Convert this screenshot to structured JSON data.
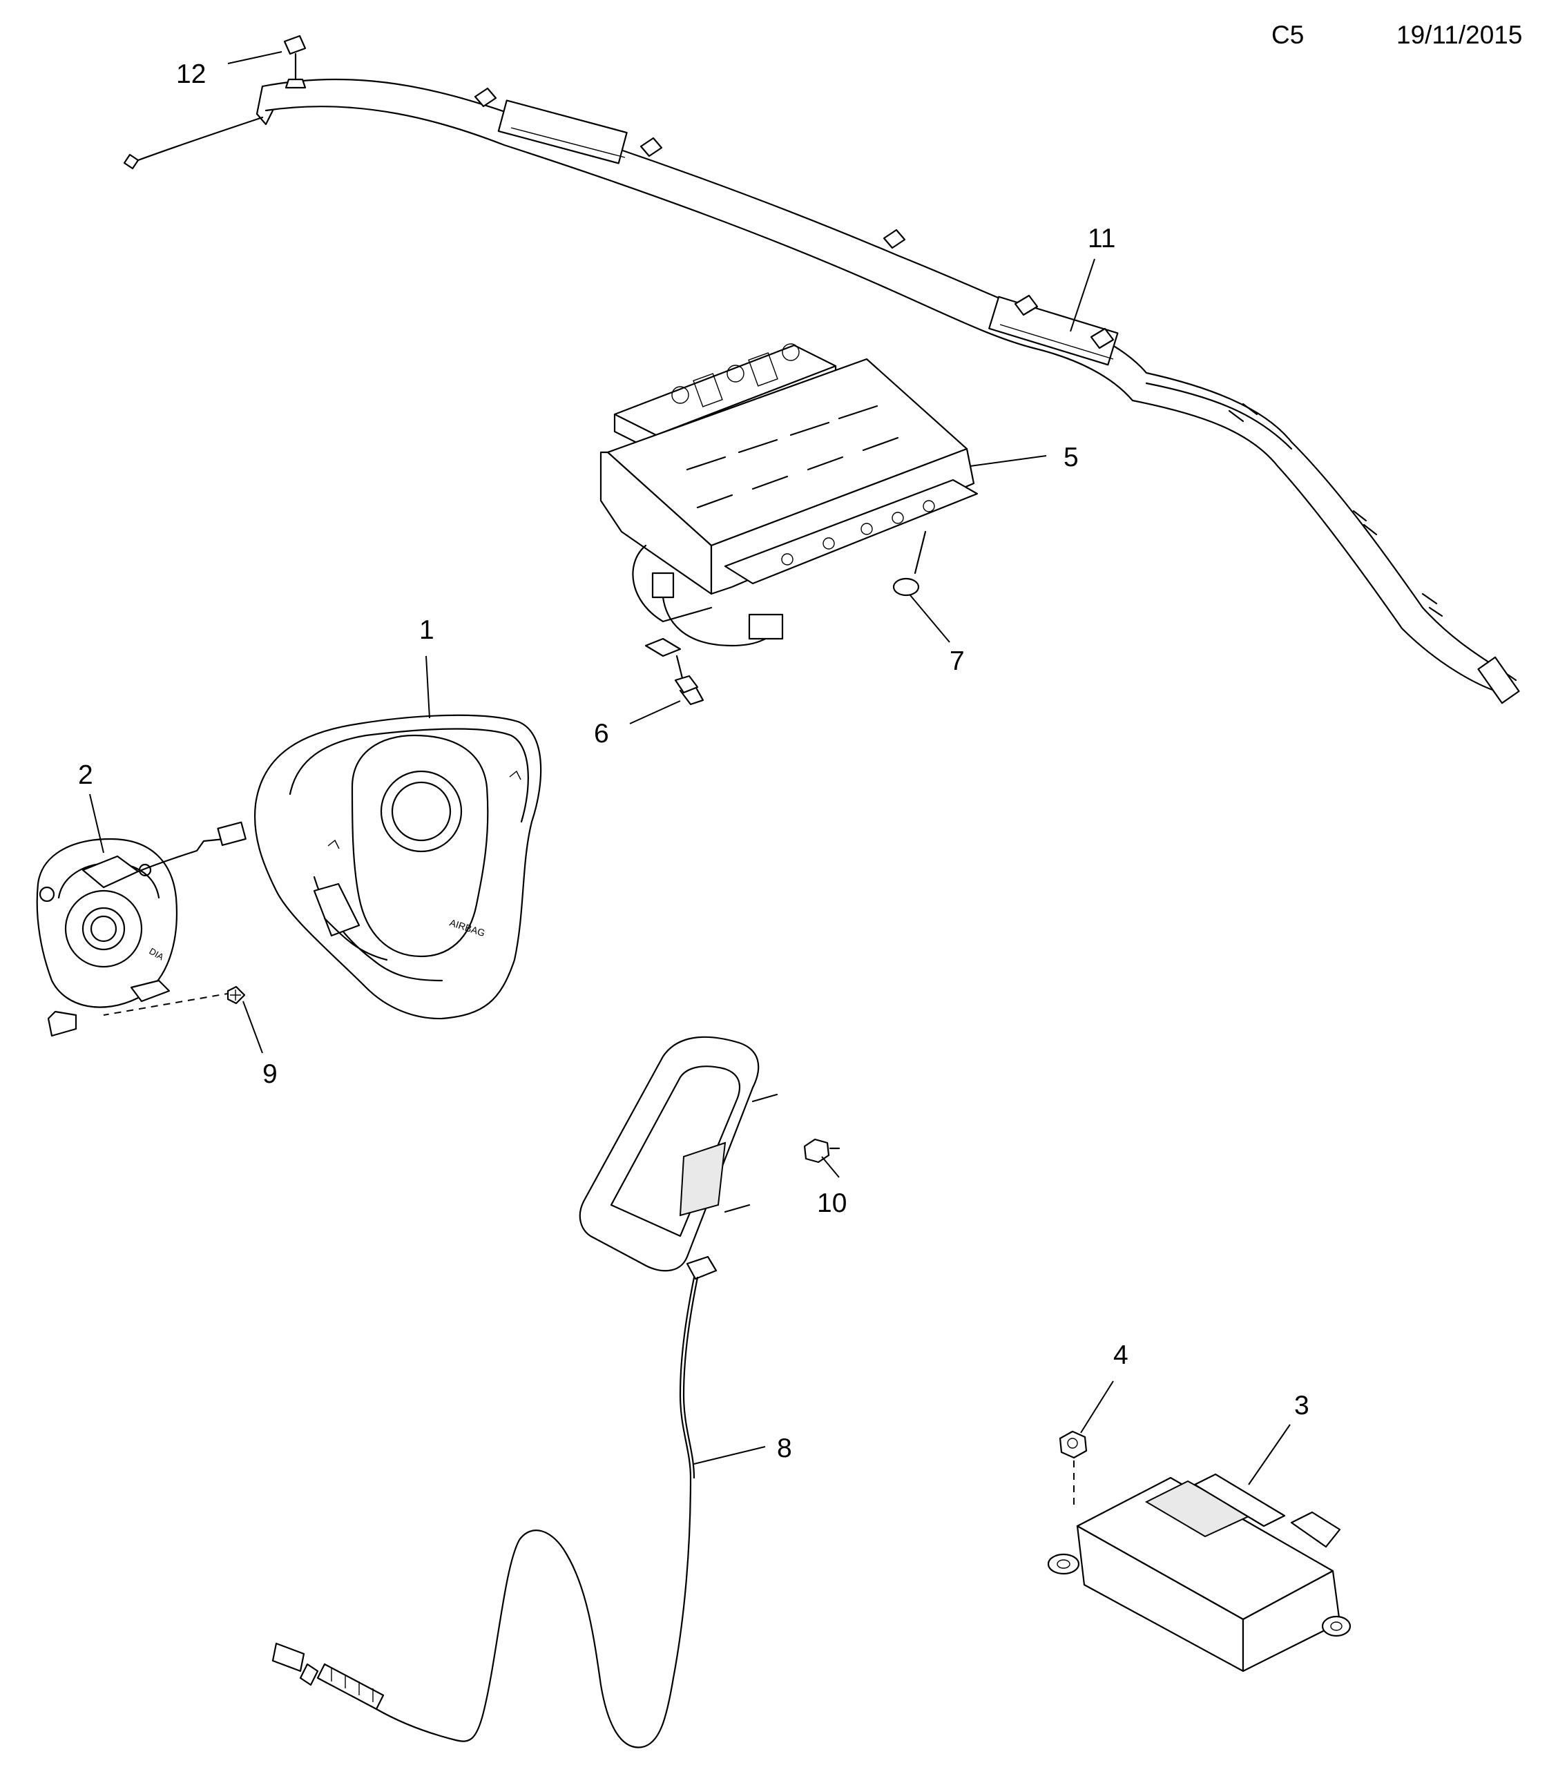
{
  "header": {
    "sheet_code": "C5",
    "date": "19/11/2015"
  },
  "callouts": [
    {
      "id": "1",
      "part": "driver-airbag-module"
    },
    {
      "id": "2",
      "part": "clock-spring-coil"
    },
    {
      "id": "3",
      "part": "airbag-control-module"
    },
    {
      "id": "4",
      "part": "control-module-nut"
    },
    {
      "id": "5",
      "part": "passenger-airbag-module"
    },
    {
      "id": "6",
      "part": "passenger-airbag-bolt"
    },
    {
      "id": "7",
      "part": "passenger-airbag-washer"
    },
    {
      "id": "8",
      "part": "side-airbag-module"
    },
    {
      "id": "9",
      "part": "clock-spring-screw"
    },
    {
      "id": "10",
      "part": "side-airbag-nut"
    },
    {
      "id": "11",
      "part": "curtain-airbag"
    },
    {
      "id": "12",
      "part": "curtain-airbag-clip"
    }
  ],
  "labels": {
    "driver_airbag_emblem": "AIRBAG",
    "clock_spring_marking": "DIA"
  }
}
